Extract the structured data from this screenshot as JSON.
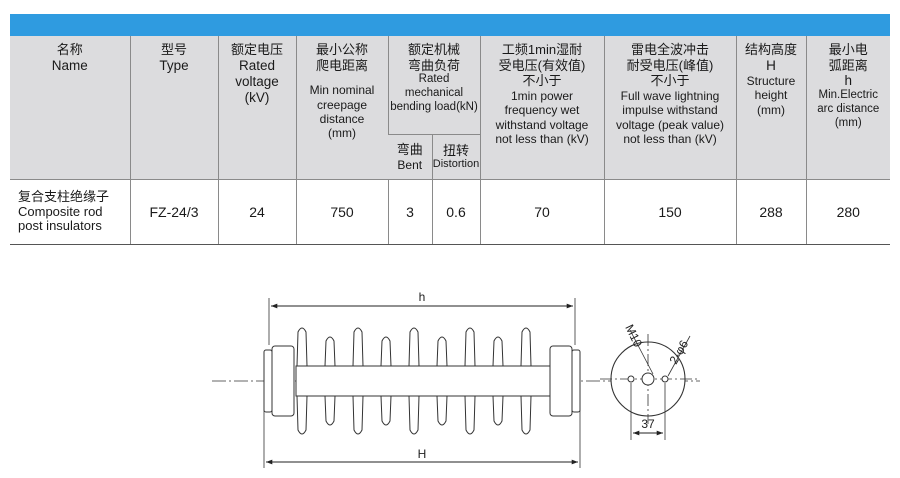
{
  "table": {
    "columns": {
      "name": {
        "cn": "名称",
        "en": "Name"
      },
      "type": {
        "cn": "型号",
        "en": "Type"
      },
      "rated_voltage": {
        "cn": "额定电压",
        "en1": "Rated",
        "en2": "voltage",
        "en3": "(kV)"
      },
      "creepage": {
        "cn1": "最小公称",
        "cn2": "爬电距离",
        "en1": "Min nominal",
        "en2": "creepage",
        "en3": "distance",
        "en4": "(mm)"
      },
      "bending": {
        "cn1": "额定机械",
        "cn2": "弯曲负荷",
        "en1": "Rated",
        "en2": "mechanical",
        "en3": "bending load(kN)",
        "bent_cn": "弯曲",
        "bent_en": "Bent",
        "distortion_cn": "扭转",
        "distortion_en": "Distortion"
      },
      "power_freq": {
        "cn1": "工频1min湿耐",
        "cn2": "受电压(有效值)",
        "cn3": "不小于",
        "en1": "1min power",
        "en2": "frequency wet",
        "en3": "withstand voltage",
        "en4": "not less than (kV)"
      },
      "impulse": {
        "cn1": "雷电全波冲击",
        "cn2": "耐受电压(峰值)",
        "cn3": "不小于",
        "en1": "Full wave lightning",
        "en2": "impulse withstand",
        "en3": "voltage (peak value)",
        "en4": "not less than (kV)"
      },
      "structure_height": {
        "cn": "结构高度",
        "sym": "H",
        "en1": "Structure",
        "en2": "height",
        "en3": "(mm)"
      },
      "arc_distance": {
        "cn1": "最小电",
        "cn2": "弧距离",
        "sym": "h",
        "en1": "Min.Electric",
        "en2": "arc distance",
        "en3": "(mm)"
      }
    },
    "row": {
      "name_cn": "复合支柱绝缘子",
      "name_en1": "Composite rod",
      "name_en2": "post insulators",
      "type": "FZ-24/3",
      "rated_voltage": "24",
      "creepage": "750",
      "bent": "3",
      "distortion": "0.6",
      "power_freq": "70",
      "impulse": "150",
      "structure_height": "288",
      "arc_distance": "280"
    }
  },
  "drawing": {
    "h_label": "h",
    "H_label": "H",
    "thread_label": "M10",
    "holes_label": "2-φ6",
    "width_label": "37"
  },
  "colors": {
    "header_bar": "#2f9be0",
    "header_bg": "#dcdcde",
    "line": "#8a8a8a"
  }
}
